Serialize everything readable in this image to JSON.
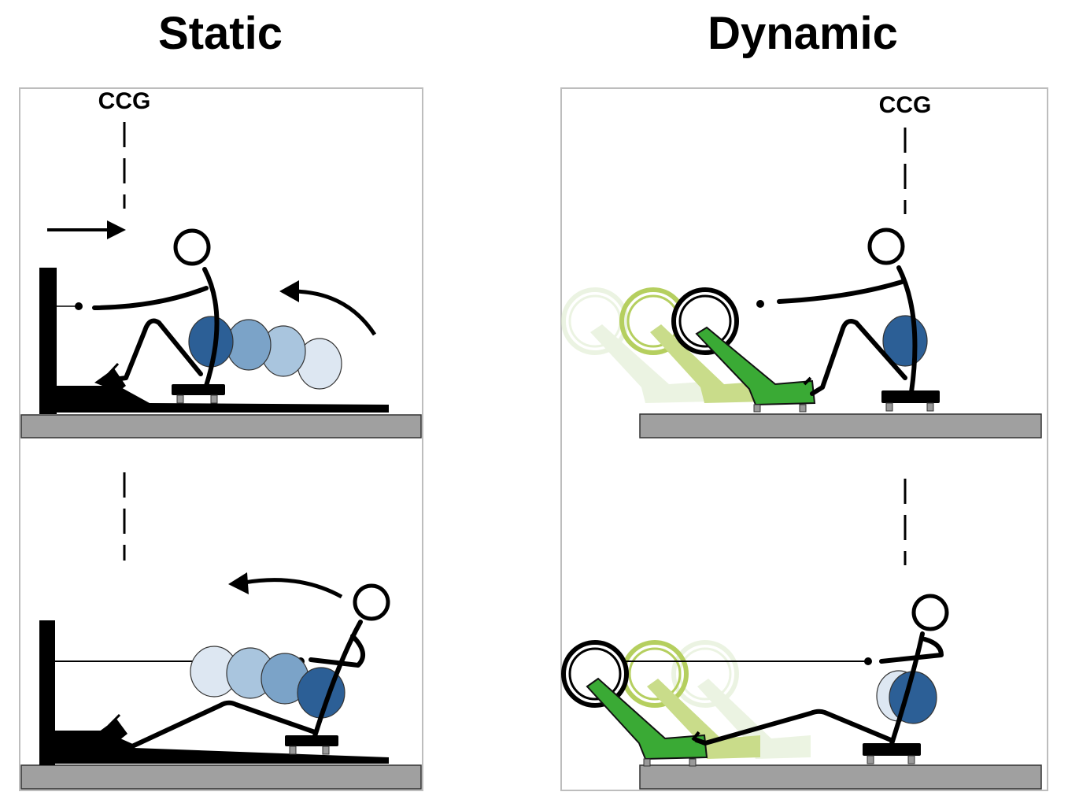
{
  "titles": {
    "static": "Static",
    "dynamic": "Dynamic"
  },
  "labels": {
    "ccg_static": "CCG",
    "ccg_dynamic": "CCG"
  },
  "colors": {
    "ground": "#a0a0a0",
    "body_dark_blue": "#2c5f96",
    "body_mid_blue": "#7ba3c8",
    "body_light_blue": "#a9c5de",
    "body_pale_blue": "#dde7f2",
    "ergometer_green": "#3aaa35",
    "ergometer_mid_green": "#b5cf5f",
    "ergometer_pale_green": "#dcebcb"
  }
}
